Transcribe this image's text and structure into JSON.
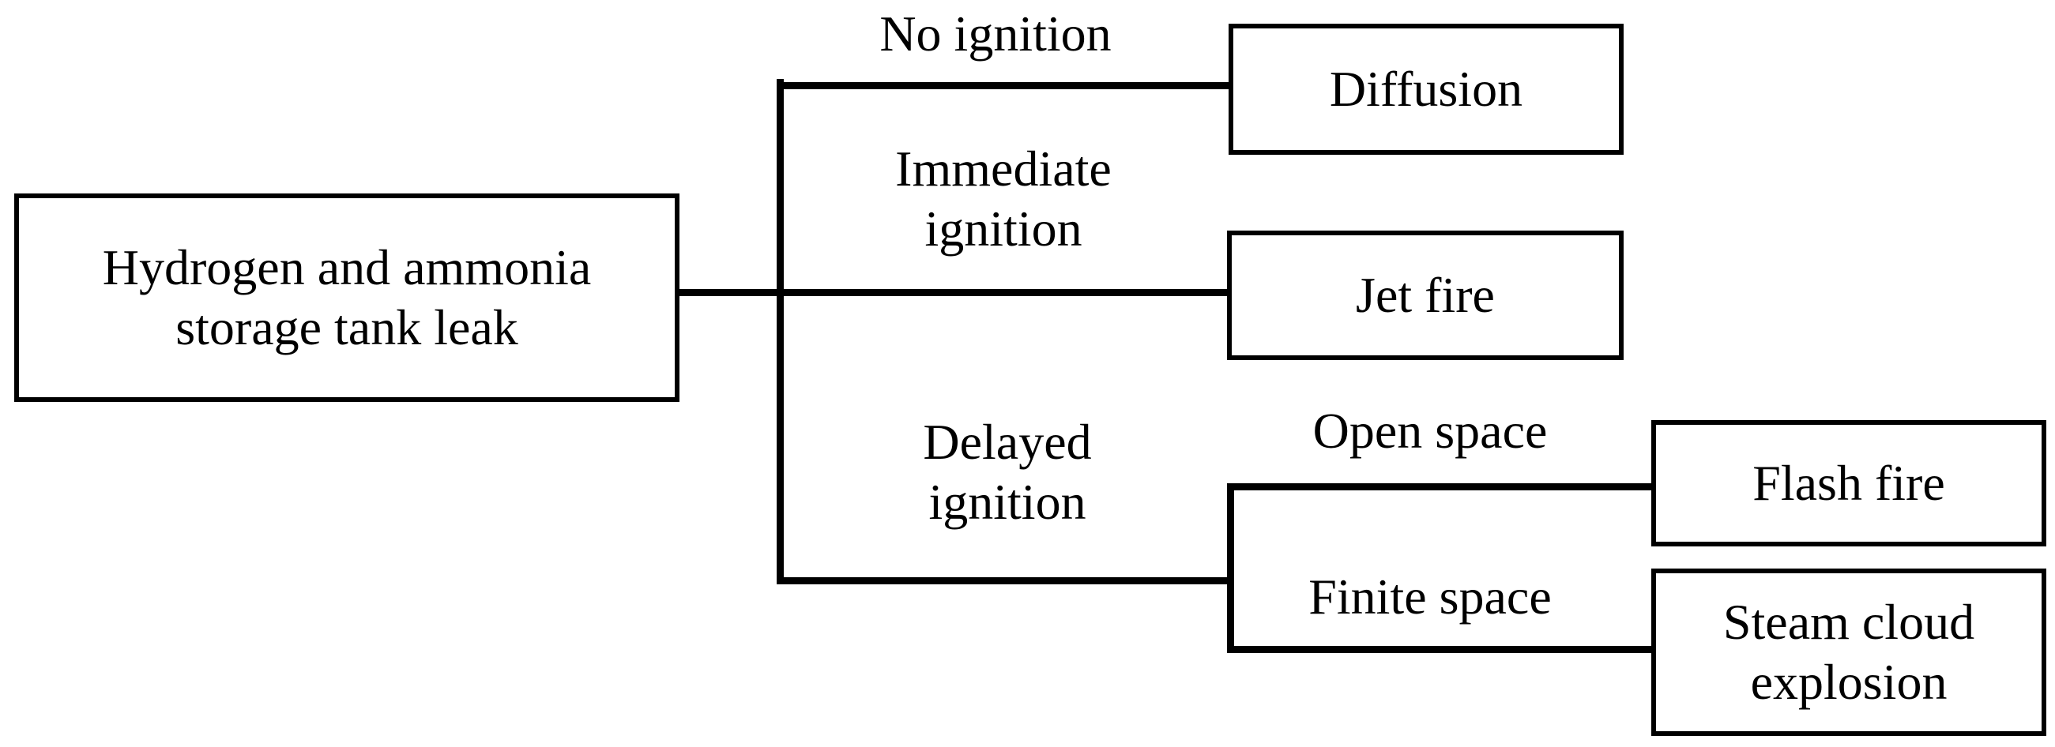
{
  "diagram": {
    "type": "event-tree",
    "title": "Hydrogen and ammonia storage tank leak event tree",
    "colors": {
      "background": "#ffffff",
      "stroke": "#000000",
      "text": "#000000"
    },
    "nodes": [
      {
        "id": "source",
        "label": "Hydrogen and ammonia\nstorage tank leak"
      },
      {
        "id": "diffusion",
        "label": "Diffusion"
      },
      {
        "id": "jet-fire",
        "label": "Jet fire"
      },
      {
        "id": "flash-fire",
        "label": "Flash fire"
      },
      {
        "id": "steam-cloud",
        "label": "Steam cloud\nexplosion"
      }
    ],
    "edge_labels": [
      {
        "id": "no-ignition",
        "label": "No ignition"
      },
      {
        "id": "immediate",
        "label": "Immediate\nignition"
      },
      {
        "id": "delayed",
        "label": "Delayed\nignition"
      },
      {
        "id": "open-space",
        "label": "Open space"
      },
      {
        "id": "finite-space",
        "label": "Finite space"
      }
    ],
    "edges": [
      {
        "from": "source",
        "to": "diffusion",
        "label": "No ignition"
      },
      {
        "from": "source",
        "to": "jet-fire",
        "label": "Immediate ignition"
      },
      {
        "from": "source",
        "to": "delayed-node",
        "label": "Delayed ignition"
      },
      {
        "from": "delayed-node",
        "to": "flash-fire",
        "label": "Open space"
      },
      {
        "from": "delayed-node",
        "to": "steam-cloud",
        "label": "Finite space"
      }
    ]
  }
}
